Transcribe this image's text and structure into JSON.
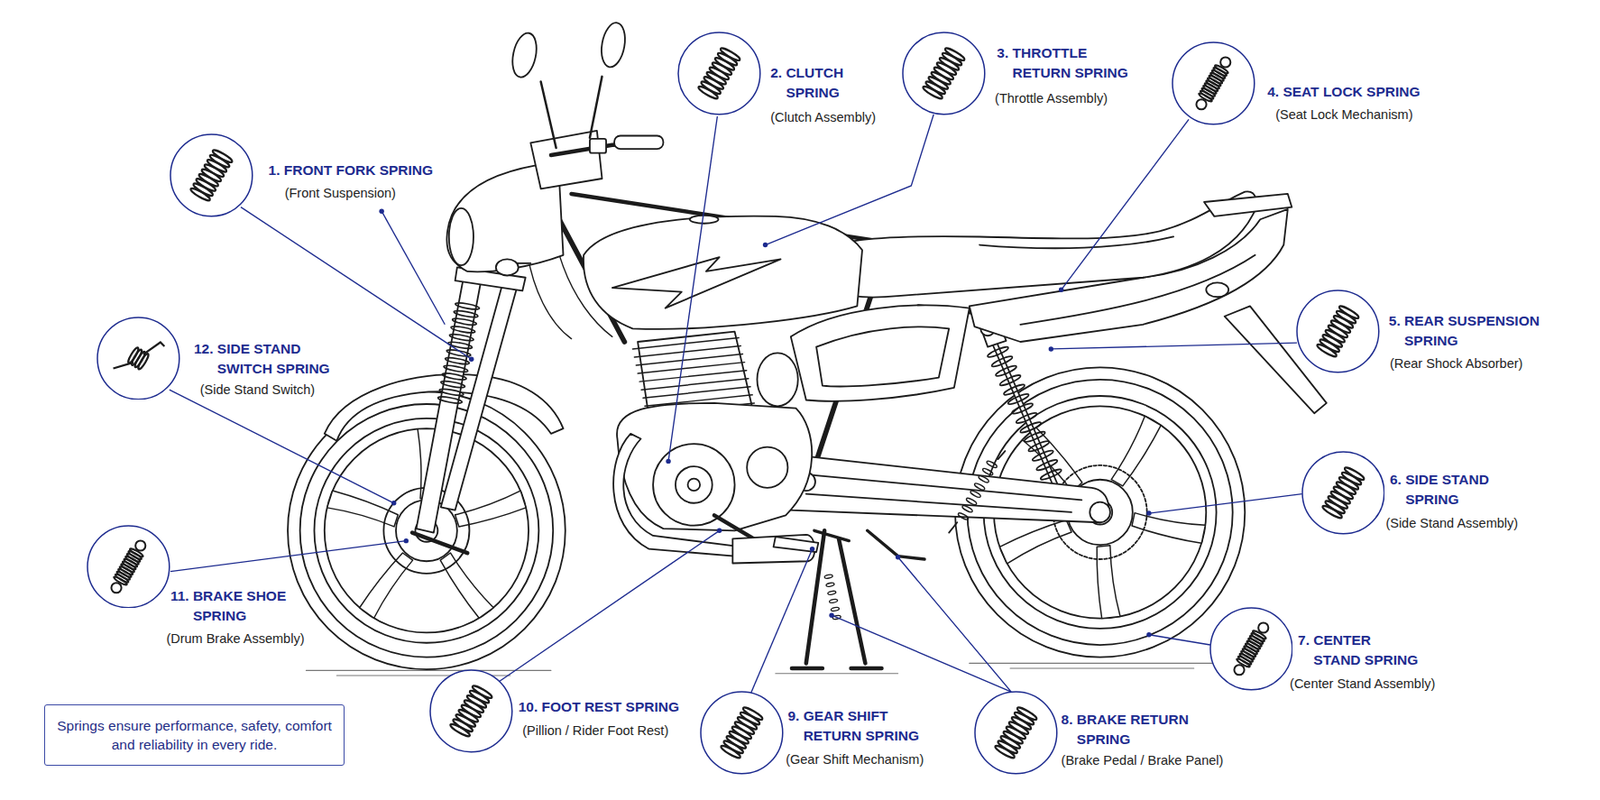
{
  "diagram": {
    "nodes": [
      {
        "text": [
          "1. FRONT FORK SPRING",
          "(Front Suspension)"
        ]
      },
      {
        "text": [
          "2. CLUTCH SPRING",
          "(Clutch Assembly)"
        ]
      },
      {
        "text": [
          "3. THROTTLE RETURN SPRING",
          "(Throttle Assembly)"
        ]
      },
      {
        "text": [
          "4. SEAT LOCK SPRING",
          "(Seat Lock Mechanism)"
        ]
      },
      {
        "text": [
          "5. REAR SUSPENSION SPRING",
          "(Rear Shock Absorber)"
        ]
      },
      {
        "text": [
          "6. SIDE STAND SPRING",
          "(Side Stand Assembly)"
        ]
      },
      {
        "text": [
          "7. CENTER STAND SPRING",
          "(Center Stand Assembly)"
        ]
      },
      {
        "text": [
          "8. BRAKE RETURN SPRING",
          "(Brake Pedal / Brake Panel)"
        ]
      },
      {
        "text": [
          "9. GEAR SHIFT RETURN SPRING",
          "(Gear Shift Mechanism)"
        ]
      },
      {
        "text": [
          "10. FOOT REST SPRING",
          "(Pillion / Rider Foot Rest)"
        ]
      },
      {
        "text": [
          "11. BRAKE SHOE SPRING",
          "(Drum Brake Assembly)"
        ]
      },
      {
        "text": [
          "12. SIDE STAND SWITCH SPRING",
          "(Side Stand Switch)"
        ]
      },
      {
        "text": [
          "Springs ensure performance, safety, comfort and reliability in every ride."
        ]
      }
    ]
  }
}
